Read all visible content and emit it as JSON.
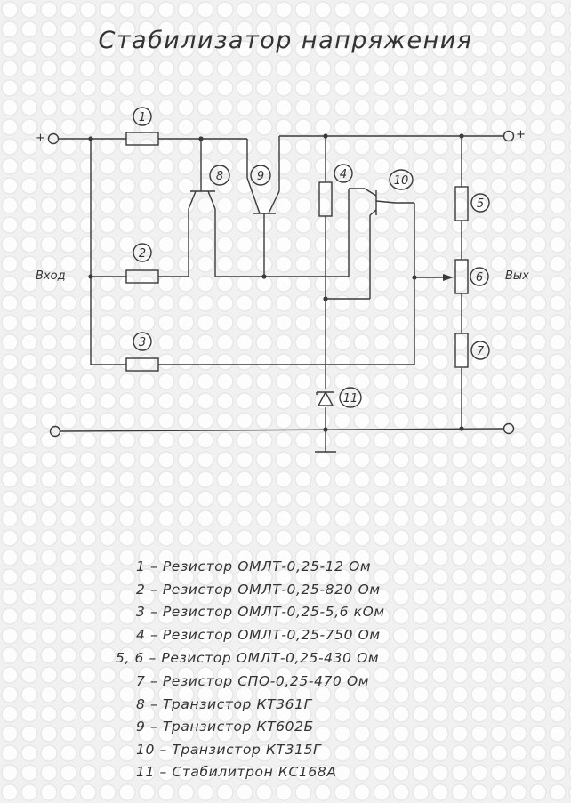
{
  "title": "Стабилизатор напряжения",
  "labels": {
    "input": "Вход",
    "output": "Вых",
    "plus_left": "+",
    "plus_right": "+"
  },
  "component_numbers": [
    "1",
    "2",
    "3",
    "4",
    "5",
    "6",
    "7",
    "8",
    "9",
    "10",
    "11"
  ],
  "legend": [
    "1 – Резистор ОМЛТ-0,25-12 Ом",
    "2 – Резистор ОМЛТ-0,25-820 Ом",
    "3 – Резистор ОМЛТ-0,25-5,6 кОм",
    "4 – Резистор ОМЛТ-0,25-750 Ом",
    "5, 6 – Резистор ОМЛТ-0,25-430 Ом",
    "7 – Резистор СПО-0,25-470 Ом",
    "8 – Транзистор КТ361Г",
    "9 – Транзистор КТ602Б",
    "10 – Транзистор КТ315Г",
    "11 – Стабилитрон КС168А"
  ]
}
